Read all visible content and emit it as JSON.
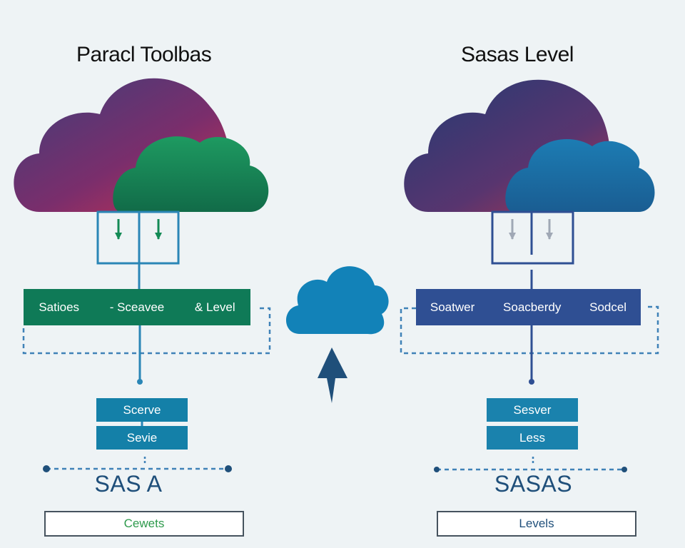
{
  "left": {
    "title": "Paracl Toolbas",
    "bar_items": [
      "Satioes",
      "- Sceavee",
      "& Level"
    ],
    "boxes": [
      "Scerve",
      "Sevie"
    ],
    "label": "SAS A",
    "output": "Cewets"
  },
  "right": {
    "title": "Sasas Level",
    "bar_items": [
      "Soatwer",
      "Soacberdy",
      "Sodcel"
    ],
    "boxes": [
      "Sesver",
      "Less"
    ],
    "label": "SASAS",
    "output": "Levels"
  },
  "colors": {
    "left_bar": "#0f7a57",
    "left_box": "#1480a8",
    "right_bar": "#2f4f93",
    "right_box": "#1a82ad",
    "cloud_green": "#138a55",
    "cloud_blue": "#1a73a8",
    "center_cloud": "#1282b8",
    "connector": "#2a86b6",
    "dash": "#3f82b7"
  }
}
